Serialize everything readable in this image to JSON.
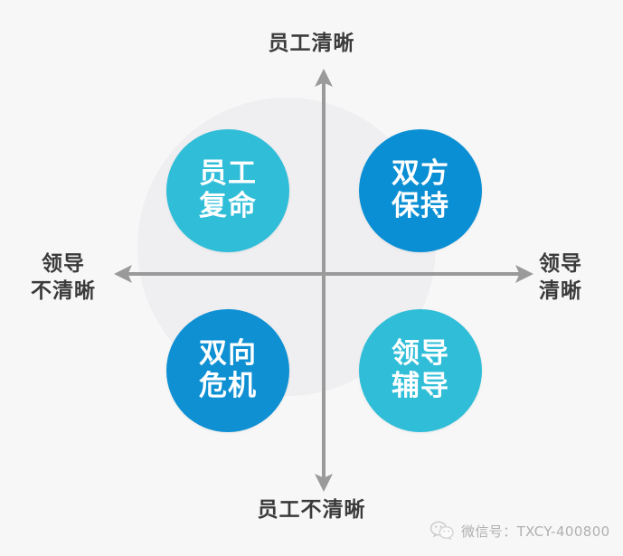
{
  "diagram": {
    "type": "quadrant-matrix",
    "background_color": "#f7f7f7",
    "backdrop_circle_color": "#efeff1",
    "axis_color": "#9a9a9a",
    "axis_labels": {
      "top": "员工清晰",
      "bottom": "员工不清晰",
      "left": [
        "领导",
        "不清晰"
      ],
      "right": [
        "领导",
        "清晰"
      ]
    },
    "quadrants": [
      {
        "position": "top-left",
        "lines": [
          "员工",
          "复命"
        ],
        "color": "#2fbdd8",
        "text_color": "#ffffff",
        "meaning": "领导不清晰 + 员工清晰"
      },
      {
        "position": "top-right",
        "lines": [
          "双方",
          "保持"
        ],
        "color": "#0b8fd4",
        "text_color": "#ffffff",
        "meaning": "领导清晰 + 员工清晰"
      },
      {
        "position": "bottom-left",
        "lines": [
          "双向",
          "危机"
        ],
        "color": "#0e90d3",
        "text_color": "#ffffff",
        "meaning": "领导不清晰 + 员工不清晰"
      },
      {
        "position": "bottom-right",
        "lines": [
          "领导",
          "辅导"
        ],
        "color": "#2fbdd8",
        "text_color": "#ffffff",
        "meaning": "领导清晰 + 员工不清晰"
      }
    ]
  },
  "watermark": {
    "icon": "wechat-icon",
    "text": "微信号：TXCY-400800",
    "color": "#b0b0b0"
  }
}
